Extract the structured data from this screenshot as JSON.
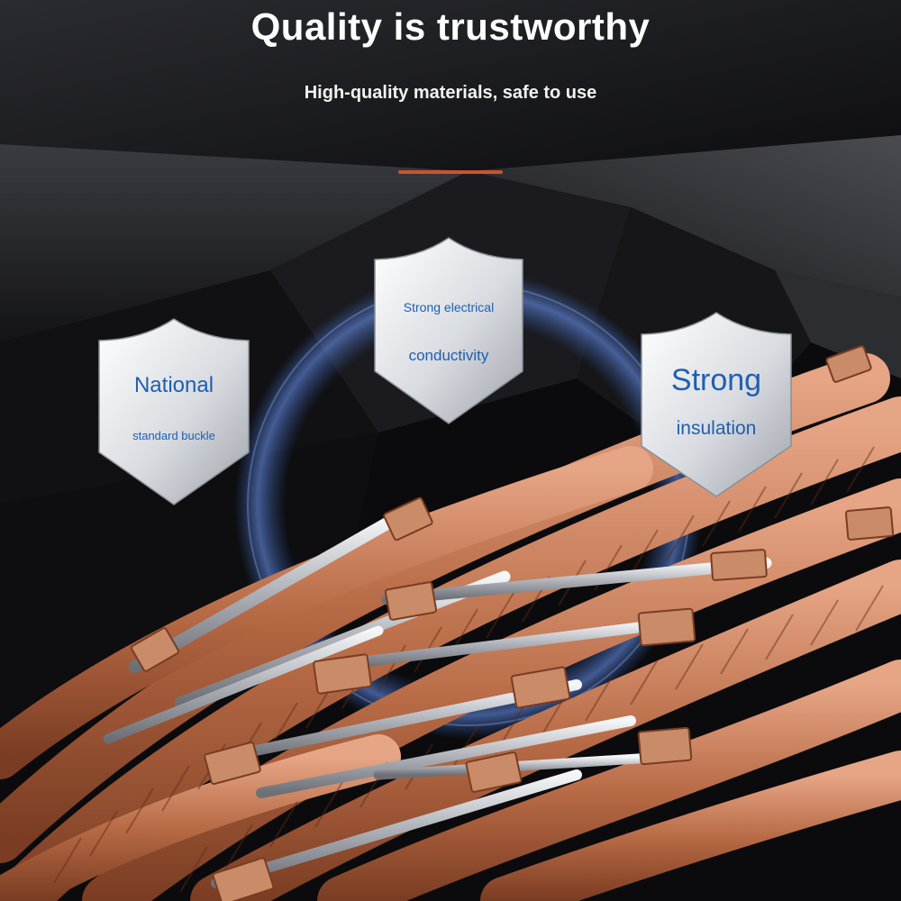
{
  "header": {
    "title": "Quality is trustworthy",
    "subtitle": "High-quality materials, safe to use"
  },
  "badges": [
    {
      "line1": "National",
      "line2": "standard buckle",
      "icon": "shield-icon"
    },
    {
      "line1": "Strong electrical",
      "line2": "conductivity",
      "icon": "shield-icon"
    },
    {
      "line1": "Strong",
      "line2": "insulation",
      "icon": "shield-icon"
    }
  ],
  "colors": {
    "background": "#0b0b0d",
    "accent": "#c8552c",
    "badge_text": "#1f5fb0",
    "copper": "#c47a55",
    "silver": "#c9ccd1"
  }
}
